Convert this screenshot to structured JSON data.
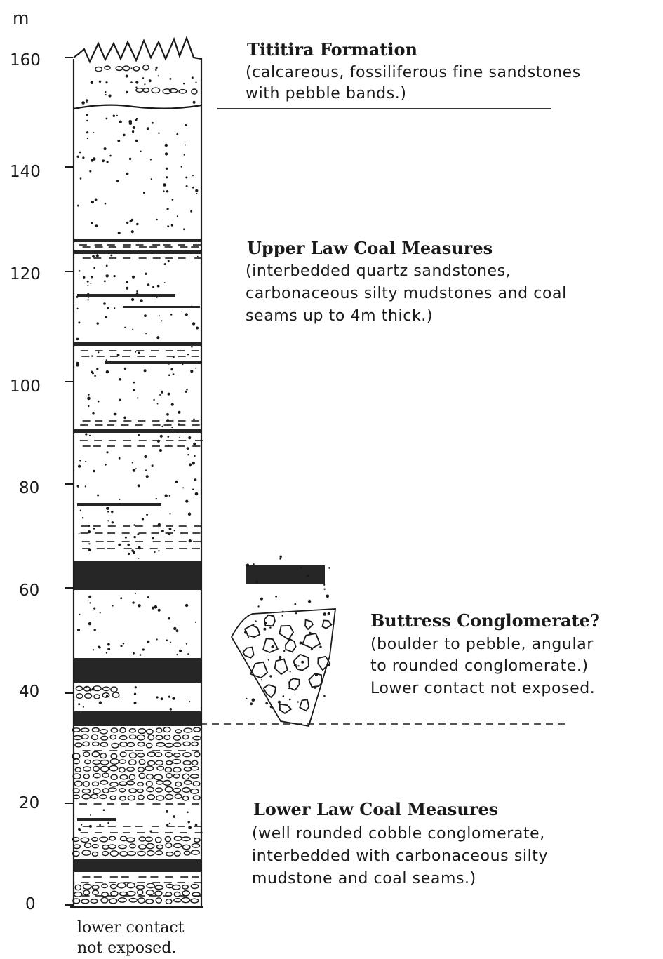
{
  "column": {
    "unit": "m",
    "ticks": [
      "0",
      "20",
      "40",
      "60",
      "80",
      "100",
      "120",
      "140",
      "160"
    ],
    "bottom_note": [
      "lower contact",
      "not exposed."
    ]
  },
  "units": [
    {
      "title": "Tititira Formation",
      "lines": [
        "(calcareous, fossiliferous fine sandstones",
        "with pebble bands.)"
      ]
    },
    {
      "title": "Upper Law Coal Measures",
      "lines": [
        "(interbedded quartz sandstones,",
        "carbonaceous silty mudstones and coal",
        "seams up to 4m thick.)"
      ]
    },
    {
      "title": "Buttress Conglomerate?",
      "lines": [
        "(boulder to pebble, angular",
        "to rounded conglomerate.)",
        "Lower contact not exposed."
      ]
    },
    {
      "title": "Lower Law Coal Measures",
      "lines": [
        "(well rounded cobble conglomerate,",
        "interbedded with carbonaceous silty",
        "mudstone and coal seams.)"
      ]
    }
  ],
  "colors": {
    "ink": "#1a1a1a",
    "coal": "#262626",
    "paper": "#ffffff"
  }
}
